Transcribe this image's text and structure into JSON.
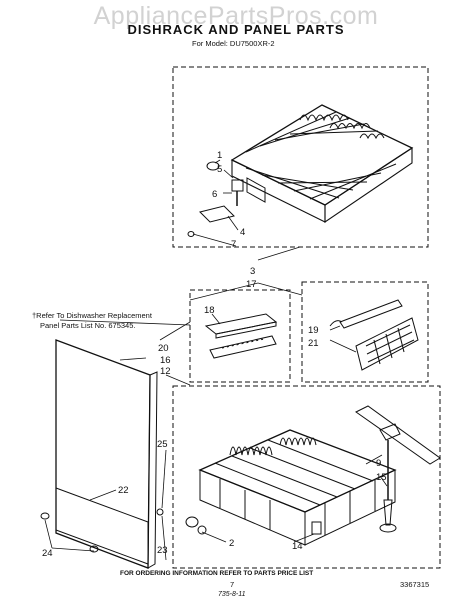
{
  "watermark": "AppliancePartsPros.com",
  "title": "DISHRACK AND PANEL PARTS",
  "subtitle": "For Model: DU7500XR-2",
  "note_line1": "†Refer To Dishwasher Replacement",
  "note_line2": "Panel Parts List No. 675345.",
  "footer_text": "FOR ORDERING INFORMATION REFER TO PARTS PRICE LIST",
  "page_number": "7",
  "diagram_code": "3367315",
  "handwritten": "735-8-11",
  "callouts": [
    {
      "id": "c1",
      "text": "1"
    },
    {
      "id": "c5",
      "text": "5"
    },
    {
      "id": "c6",
      "text": "6"
    },
    {
      "id": "c4",
      "text": "4"
    },
    {
      "id": "c7",
      "text": "7"
    },
    {
      "id": "c3",
      "text": "3"
    },
    {
      "id": "c17",
      "text": "17"
    },
    {
      "id": "c18",
      "text": "18"
    },
    {
      "id": "c19",
      "text": "19"
    },
    {
      "id": "c21",
      "text": "21"
    },
    {
      "id": "c20",
      "text": "20"
    },
    {
      "id": "c16",
      "text": "16"
    },
    {
      "id": "c12",
      "text": "12"
    },
    {
      "id": "c22",
      "text": "22"
    },
    {
      "id": "c25",
      "text": "25"
    },
    {
      "id": "c24",
      "text": "24"
    },
    {
      "id": "c23",
      "text": "23"
    },
    {
      "id": "c2",
      "text": "2"
    },
    {
      "id": "c14",
      "text": "14"
    },
    {
      "id": "c9",
      "text": "9"
    },
    {
      "id": "c15",
      "text": "15"
    }
  ]
}
